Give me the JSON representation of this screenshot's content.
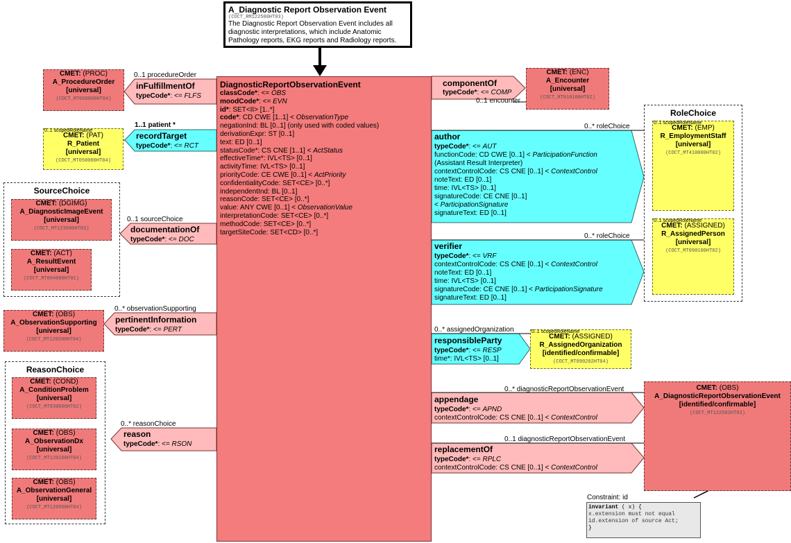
{
  "header": {
    "title": "A_Diagnostic Report Observation Event",
    "code": "(COCT_RM122500HT03)",
    "description": "The Diagnostic Report Observation Event includes all diagnostic interpretations, which include Anatomic Pathology reports, EKG reports and Radiology reports."
  },
  "main": {
    "name": "DiagnosticReportObservationEvent",
    "attrs": [
      {
        "name": "classCode*",
        "rest": ": <= ",
        "val": "OBS",
        "bold": true
      },
      {
        "name": "moodCode*",
        "rest": ": <= ",
        "val": "EVN",
        "bold": true
      },
      {
        "name": "id*",
        "rest": ": SET<II> [1..*]",
        "val": "",
        "bold": true
      },
      {
        "name": "code*",
        "rest": ": CD CWE [1..1] < ",
        "val": "ObservationType",
        "bold": true
      },
      {
        "name": "negationInd",
        "rest": ": BL [0..1] (only used with coded values)",
        "val": "",
        "bold": false
      },
      {
        "name": "derivationExpr",
        "rest": ": ST [0..1]",
        "val": "",
        "bold": false
      },
      {
        "name": "text",
        "rest": ": ED [0..1]",
        "val": "",
        "bold": false
      },
      {
        "name": "statusCode*",
        "rest": ": CS CNE [1..1] < ",
        "val": "ActStatus",
        "bold": false
      },
      {
        "name": "effectiveTime*",
        "rest": ": IVL<TS> [0..1]",
        "val": "",
        "bold": false
      },
      {
        "name": "activityTime",
        "rest": ": IVL<TS> [0..1]",
        "val": "",
        "bold": false
      },
      {
        "name": "priorityCode",
        "rest": ": CE CWE [0..1] < ",
        "val": "ActPriority",
        "bold": false
      },
      {
        "name": "confidentialityCode",
        "rest": ": SET<CE> [0..*]",
        "val": "",
        "bold": false
      },
      {
        "name": "independentInd",
        "rest": ": BL [0..1]",
        "val": "",
        "bold": false
      },
      {
        "name": "reasonCode",
        "rest": ": SET<CE> [0..*]",
        "val": "",
        "bold": false
      },
      {
        "name": "value",
        "rest": ": ANY CWE [0..1] < ",
        "val": "ObservationValue",
        "bold": false
      },
      {
        "name": "interpretationCode",
        "rest": ": SET<CE> [0..*]",
        "val": "",
        "bold": false
      },
      {
        "name": "methodCode",
        "rest": ": SET<CE> [0..*]",
        "val": "",
        "bold": false
      },
      {
        "name": "targetSiteCode",
        "rest": ": SET<CD> [0..*]",
        "val": "",
        "bold": false
      }
    ]
  },
  "left": {
    "inFulfillmentOf": {
      "card": "0..1 procedureOrder",
      "title": "inFulfillmentOf",
      "tc_label": "typeCode*",
      "tc_val": "FLFS"
    },
    "recordTarget": {
      "card": "1..1 patient  *",
      "title": "recordTarget",
      "tc_label": "typeCode*",
      "tc_val": "RCT"
    },
    "documentationOf": {
      "card": "0..1 sourceChoice",
      "title": "documentationOf",
      "tc_label": "typeCode*",
      "tc_val": "DOC"
    },
    "pertinentInformation": {
      "card": "0..* observationSupporting",
      "title": "pertinentInformation",
      "tc_label": "typeCode*",
      "tc_val": "PERT"
    },
    "reason": {
      "card": "0..* reasonChoice",
      "title": "reason",
      "tc_label": "typeCode*",
      "tc_val": "RSON"
    }
  },
  "right": {
    "componentOf": {
      "card": "0..1 encounter",
      "title": "componentOf",
      "tc_label": "typeCode*",
      "tc_val": "COMP"
    },
    "author": {
      "card": "0..* roleChoice",
      "title": "author",
      "lines": [
        "typeCode*: <= AUT",
        "functionCode: CD CWE [0..1] < ParticipationFunction",
        " (Assistant Result Interpreter)",
        "contextControlCode: CS CNE [0..1] < ContextControl",
        "noteText: ED [0..1]",
        "time: IVL<TS> [0..1]",
        "signatureCode: CE CNE [0..1]",
        " < ParticipationSignature",
        "signatureText: ED [0..1]"
      ]
    },
    "verifier": {
      "card": "0..* roleChoice",
      "title": "verifier",
      "lines": [
        "typeCode*: <= VRF",
        "contextControlCode: CS CNE [0..1] < ContextControl",
        "noteText: ED [0..1]",
        "time: IVL<TS> [0..1]",
        "signatureCode: CE CNE [0..1] < ParticipationSignature",
        "signatureText: ED [0..1]"
      ]
    },
    "responsibleParty": {
      "card": "0..* assignedOrganization",
      "title": "responsibleParty",
      "lines": [
        "typeCode*: <= RESP",
        "time*: IVL<TS> [0..1]"
      ]
    },
    "appendage": {
      "card": "0..* diagnosticReportObservationEvent",
      "title": "appendage",
      "lines": [
        "typeCode*: <= APND",
        "contextControlCode: CS CNE [0..1] < ContextControl"
      ]
    },
    "replacementOf": {
      "card": "0..1 diagnosticReportObservationEvent",
      "title": "replacementOf",
      "lines": [
        "typeCode*: <= RPLC",
        "contextControlCode: CS CNE [0..1] < ContextControl"
      ]
    }
  },
  "cmets": {
    "procedureOrder": {
      "l1": "CMET: (PROC)",
      "l2": "A_ProcedureOrder",
      "l3": "[universal]",
      "code": "(COCT_MT050000HT04)"
    },
    "patient": {
      "scoped": "0..1 scopedRoleName",
      "l1": "CMET: (PAT)",
      "l2": "R_Patient",
      "l3": "[universal]",
      "code": "(COCT_MT050000HT04)"
    },
    "encounter": {
      "l1": "CMET: (ENC)",
      "l2": "A_Encounter",
      "l3": "[universal]",
      "code": "(COCT_MT010100HT02)"
    },
    "diagImage": {
      "l1": "CMET: (DGIMG)",
      "l2": "A_DiagnosticImageEvent",
      "l3": "[universal]",
      "code": "(COCT_MT123500HT03)"
    },
    "resultEvent": {
      "l1": "CMET: (ACT)",
      "l2": "A_ResultEvent",
      "l3": "[universal]",
      "code": "(COCT_MT004000HT01)"
    },
    "obsSupporting": {
      "l1": "CMET: (OBS)",
      "l2": "A_ObservationSupporting",
      "l3": "[universal]",
      "code": "(COCT_MT120200HT04)"
    },
    "condProblem": {
      "l1": "CMET: (COND)",
      "l2": "A_ConditionProblem",
      "l3": "[universal]",
      "code": "(COCT_MT930000HT02)"
    },
    "obsDx": {
      "l1": "CMET: (OBS)",
      "l2": "A_ObservationDx",
      "l3": "[universal]",
      "code": "(COCT_MT120100HT04)"
    },
    "obsGeneral": {
      "l1": "CMET: (OBS)",
      "l2": "A_ObservationGeneral",
      "l3": "[universal]",
      "code": "(COCT_MT120500HT04)"
    },
    "employmentStaff": {
      "scoped": "0..1 scopedRoleName",
      "l1": "CMET: (EMP)",
      "l2": "R_EmploymentStaff",
      "l3": "[universal]",
      "code": "(COCT_MT410000HT02)"
    },
    "assignedPerson": {
      "scoped": "0..1 scopedRoleName",
      "l1": "CMET: (ASSIGNED)",
      "l2": "R_AssignedPerson",
      "l3": "[universal]",
      "code": "(COCT_MT090100HT02)"
    },
    "assignedOrg": {
      "scoped": "0..1 scopedRoleName",
      "l1": "CMET: (ASSIGNED)",
      "l2": "R_AssignedOrganization",
      "l3": "[identified/confirmable]",
      "code": "(COCT_MT090202HT04)"
    },
    "drObsEvent": {
      "l1": "CMET: (OBS)",
      "l2": "A_DiagnosticReportObservationEvent",
      "l3": "[identified/confirmable]",
      "code": "(COCT_MT122502HT03)"
    }
  },
  "choices": {
    "source": "SourceChoice",
    "reason": "ReasonChoice",
    "role": "RoleChoice"
  },
  "constraint": {
    "label": "Constraint: id",
    "kw": "invariant",
    "lines": [
      "( x) {",
      "  x.extension must not equal",
      "  id.extension of source Act;",
      "}"
    ]
  },
  "colors": {
    "class": "#f47c7c",
    "participation": "#66ffff",
    "role": "#ffff66",
    "actRel": "#ffbbbb"
  }
}
